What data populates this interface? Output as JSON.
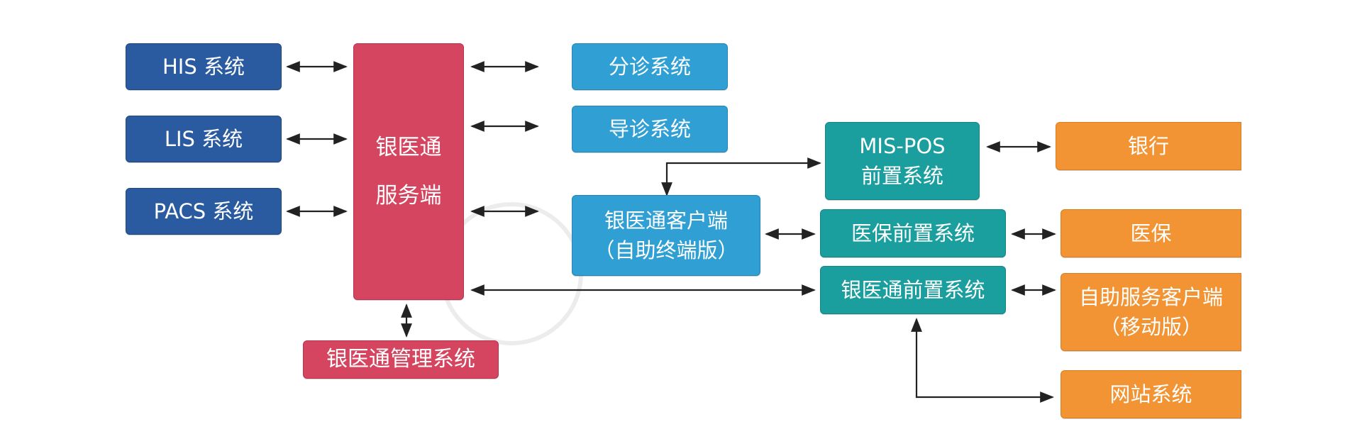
{
  "left_systems": [
    {
      "label": "HIS 系统"
    },
    {
      "label": "LIS 系统"
    },
    {
      "label": "PACS 系统"
    }
  ],
  "server": {
    "line1": "银医通",
    "line2": "服务端"
  },
  "management": {
    "label": "银医通管理系统"
  },
  "middle_systems": [
    {
      "label": "分诊系统"
    },
    {
      "label": "导诊系统"
    }
  ],
  "client": {
    "line1": "银医通客户端",
    "line2": "（自助终端版）"
  },
  "front_systems": {
    "mis_pos": {
      "line1": "MIS-POS",
      "line2": "前置系统"
    },
    "medical_insurance": {
      "label": "医保前置系统"
    },
    "yiyitong": {
      "label": "银医通前置系统"
    }
  },
  "external": {
    "bank": {
      "label": "银行"
    },
    "insurance": {
      "label": "医保"
    },
    "mobile_client": {
      "line1": "自助服务客户端",
      "line2": "（移动版）"
    },
    "website": {
      "label": "网站系统"
    }
  },
  "colors": {
    "left_systems": "#2a5aa0",
    "server": "#d6455f",
    "middle_systems": "#2f9fd4",
    "front_systems": "#1a9e9e",
    "external": "#f29433",
    "connector": "#222222"
  }
}
